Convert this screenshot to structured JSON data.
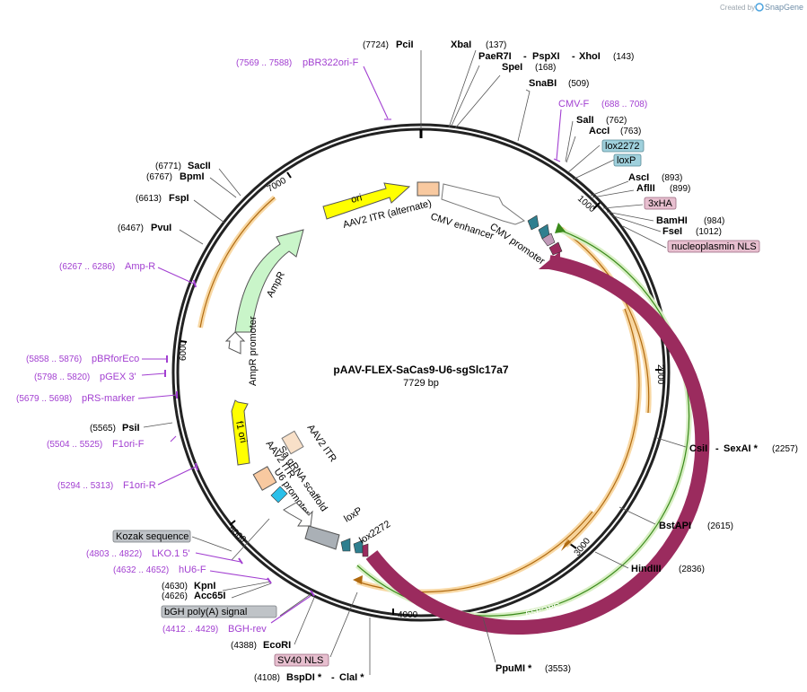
{
  "credit": {
    "prefix": "Created by",
    "brand": "SnapGene"
  },
  "plasmid": {
    "name": "pAAV-FLEX-SaCas9-U6-sgSlc17a7",
    "length": "7729 bp"
  },
  "ticks": [
    "1000",
    "2000",
    "3000",
    "4000",
    "5000",
    "6000",
    "7000"
  ],
  "sites_right": [
    {
      "name": "PciI",
      "pos": "(7724)"
    },
    {
      "name": "XbaI",
      "pos": "(137)"
    },
    {
      "name": "PaeR7I",
      "pos": ""
    },
    {
      "name": "PspXI",
      "pos": ""
    },
    {
      "name": "XhoI",
      "pos": "(143)"
    },
    {
      "name": "SpeI",
      "pos": "(168)"
    },
    {
      "name": "SnaBI",
      "pos": "(509)"
    },
    {
      "name": "SalI",
      "pos": "(762)"
    },
    {
      "name": "AccI",
      "pos": "(763)"
    },
    {
      "name": "AscI",
      "pos": "(893)"
    },
    {
      "name": "AflII",
      "pos": "(899)"
    },
    {
      "name": "BamHI",
      "pos": "(984)"
    },
    {
      "name": "FseI",
      "pos": "(1012)"
    },
    {
      "name": "CsiI",
      "pos": ""
    },
    {
      "name": "SexAI *",
      "pos": "(2257)"
    },
    {
      "name": "BstAPI",
      "pos": "(2615)"
    },
    {
      "name": "HindIII",
      "pos": "(2836)"
    },
    {
      "name": "PpuMI *",
      "pos": "(3553)"
    }
  ],
  "sites_left": [
    {
      "name": "SacII",
      "pos": "(6771)"
    },
    {
      "name": "BpmI",
      "pos": "(6767)"
    },
    {
      "name": "FspI",
      "pos": "(6613)"
    },
    {
      "name": "PvuI",
      "pos": "(6467)"
    },
    {
      "name": "PsiI",
      "pos": "(5565)"
    },
    {
      "name": "KpnI",
      "pos": "(4630)"
    },
    {
      "name": "Acc65I",
      "pos": "(4626)"
    },
    {
      "name": "EcoRI",
      "pos": "(4388)"
    },
    {
      "name": "BspDI *",
      "pos": "(4108)"
    },
    {
      "name": "ClaI *",
      "pos": ""
    }
  ],
  "primers": [
    {
      "name": "pBR322ori-F",
      "range": "(7569 .. 7588)"
    },
    {
      "name": "CMV-F",
      "range": "(688 .. 708)"
    },
    {
      "name": "Amp-R",
      "range": "(6267 .. 6286)"
    },
    {
      "name": "pBRforEco",
      "range": "(5858 .. 5876)"
    },
    {
      "name": "pGEX 3'",
      "range": "(5798 .. 5820)"
    },
    {
      "name": "pRS-marker",
      "range": "(5679 .. 5698)"
    },
    {
      "name": "F1ori-F",
      "range": "(5504 .. 5525)"
    },
    {
      "name": "F1ori-R",
      "range": "(5294 .. 5313)"
    },
    {
      "name": "LKO.1 5'",
      "range": "(4803 .. 4822)"
    },
    {
      "name": "hU6-F",
      "range": "(4632 .. 4652)"
    },
    {
      "name": "BGH-rev",
      "range": "(4412 .. 4429)"
    }
  ],
  "boxed": [
    {
      "name": "lox2272",
      "color": "#9fd0dc"
    },
    {
      "name": "loxP",
      "color": "#9fd0dc"
    },
    {
      "name": "3xHA",
      "color": "#e7bfcf"
    },
    {
      "name": "nucleoplasmin NLS",
      "color": "#e7bfcf"
    },
    {
      "name": "Kozak sequence",
      "color": "#bfc3c7"
    },
    {
      "name": "bGH poly(A) signal",
      "color": "#bfc3c7"
    },
    {
      "name": "SV40 NLS",
      "color": "#e7bfcf"
    }
  ],
  "features": {
    "ori": "ori",
    "aav2_itr_alt": "AAV2 ITR (alternate)",
    "cmv_enhancer": "CMV enhancer",
    "cmv_promoter": "CMV promoter",
    "ampr": "AmpR",
    "ampr_promoter": "AmpR promoter",
    "f1_ori": "f1 ori",
    "aav2_itr_a": "AAV2 ITR",
    "aav2_itr_b": "AAV2 ITR",
    "sa_grna": "Sa gRNA scaffold",
    "u6_promoter": "U6 promoter",
    "loxp_inner": "loxP",
    "lox2272_inner": "lox2272",
    "sacas9": "SaCas9"
  },
  "colors": {
    "backbone": "#222222",
    "sacas9": "#9b2b5e",
    "ori": "#ffff00",
    "ampr": "#c9f5c9",
    "itr": "#f8c9a0",
    "orf_outline": "#f0b040",
    "green_line": "#5aa82a",
    "primer": "#a23fd1",
    "lox": "#2f7f8f"
  }
}
